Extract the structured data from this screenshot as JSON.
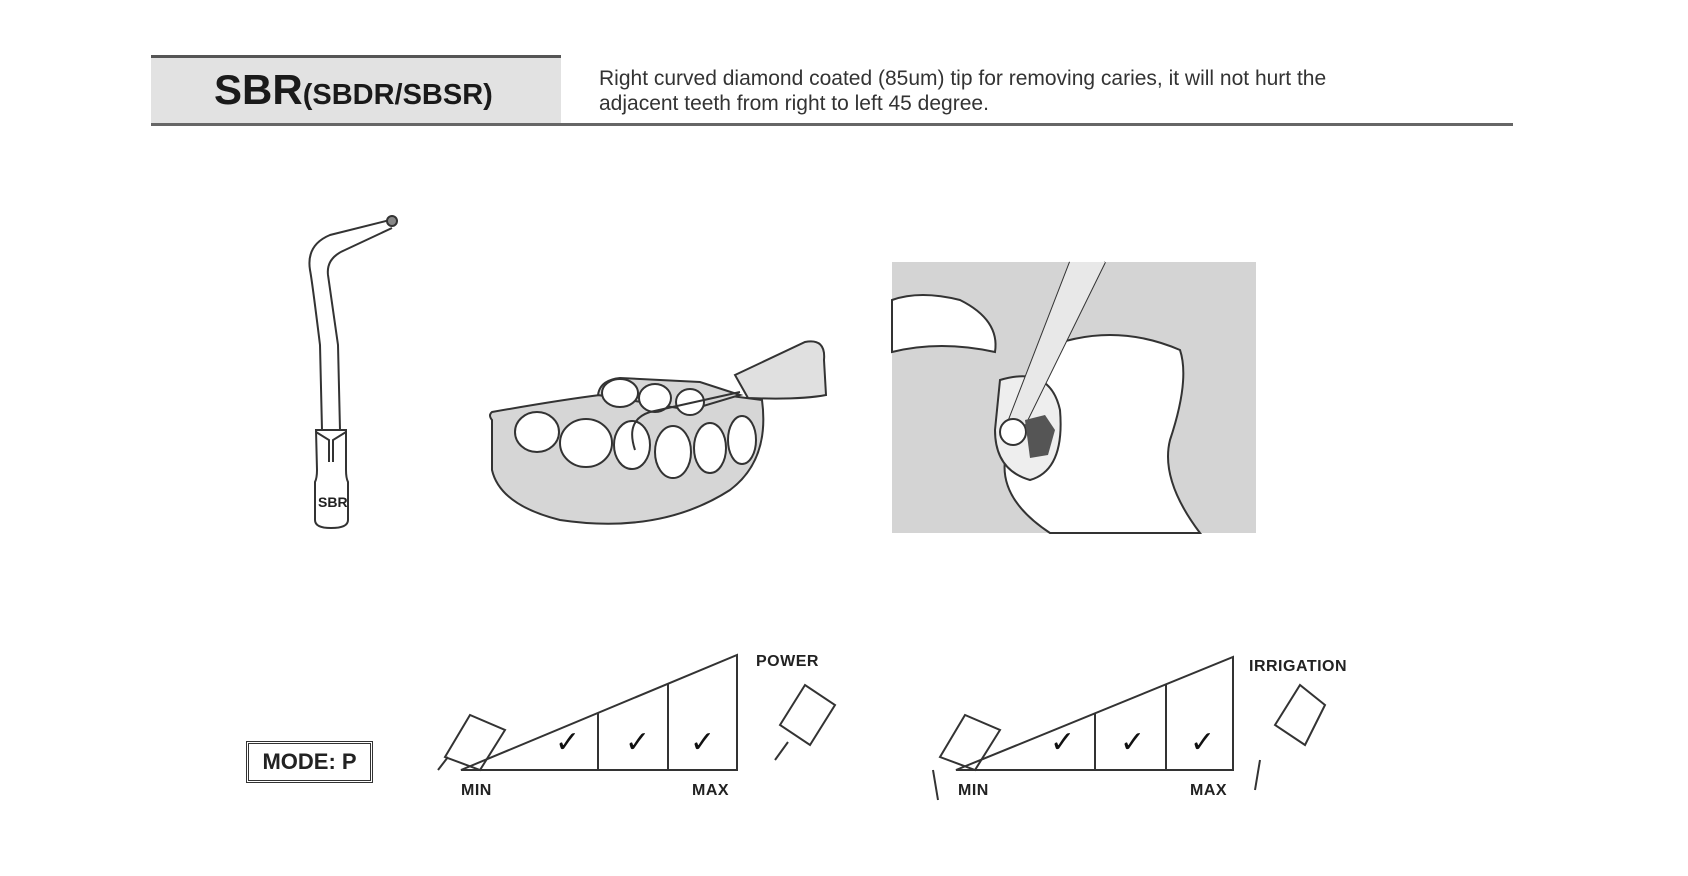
{
  "header": {
    "model": "SBR",
    "variants": "(SBDR/SBSR)",
    "description_lines": [
      "Right curved diamond coated (85um) tip for removing caries, it will not hurt the",
      "adjacent teeth from right to left 45 degree."
    ]
  },
  "tip_label": "SBR",
  "mode": "MODE: P",
  "power_scale": {
    "label": "POWER",
    "min": "MIN",
    "max": "MAX",
    "checks": [
      "✓",
      "✓",
      "✓"
    ]
  },
  "irrigation_scale": {
    "label": "IRRIGATION",
    "min": "MIN",
    "max": "MAX",
    "checks": [
      "✓",
      "✓",
      "✓"
    ]
  }
}
